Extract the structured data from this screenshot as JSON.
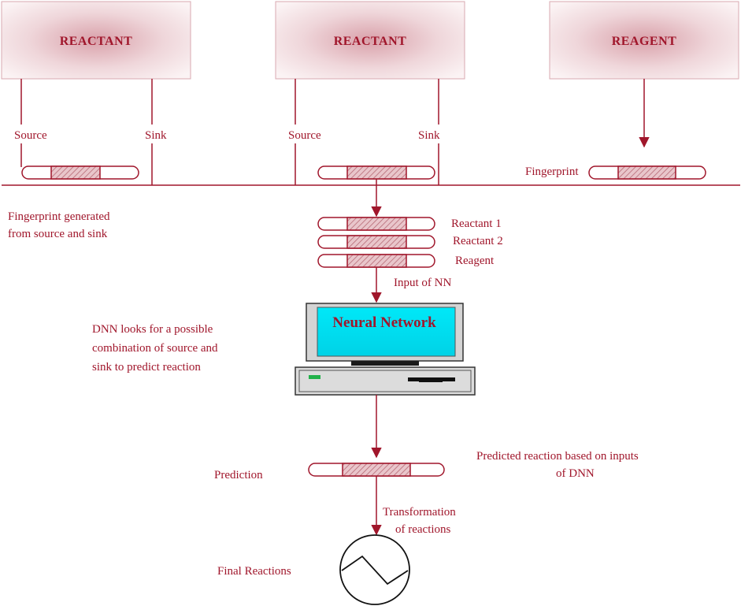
{
  "boxes": {
    "reactant1": "REACTANT",
    "reactant2": "REACTANT",
    "reagent": "REAGENT"
  },
  "labels": {
    "source1": "Source",
    "sink1": "Sink",
    "source2": "Source",
    "sink2": "Sink",
    "fingerprint": "Fingerprint",
    "fp_generated_line1": "Fingerprint generated",
    "fp_generated_line2": "from source and sink",
    "reactant_1": "Reactant 1",
    "reactant_2": "Reactant 2",
    "reagent_small": "Reagent",
    "input_nn": "Input of NN",
    "dnn_line1": "DNN  looks  for  a  possible",
    "dnn_line2": "combination  of  source  and",
    "dnn_line3": "sink to predict reaction",
    "neural_network": "Neural Network",
    "prediction": "Prediction",
    "predicted_line1": "Predicted reaction based on inputs",
    "predicted_line2": "of DNN",
    "transformation_line1": "Transformation",
    "transformation_line2": "of reactions",
    "final_reactions": "Final Reactions"
  },
  "colors": {
    "accent": "#a0162b",
    "screen": "#00e5f5",
    "box_center": "#dca8b0",
    "led": "#22b24a"
  }
}
